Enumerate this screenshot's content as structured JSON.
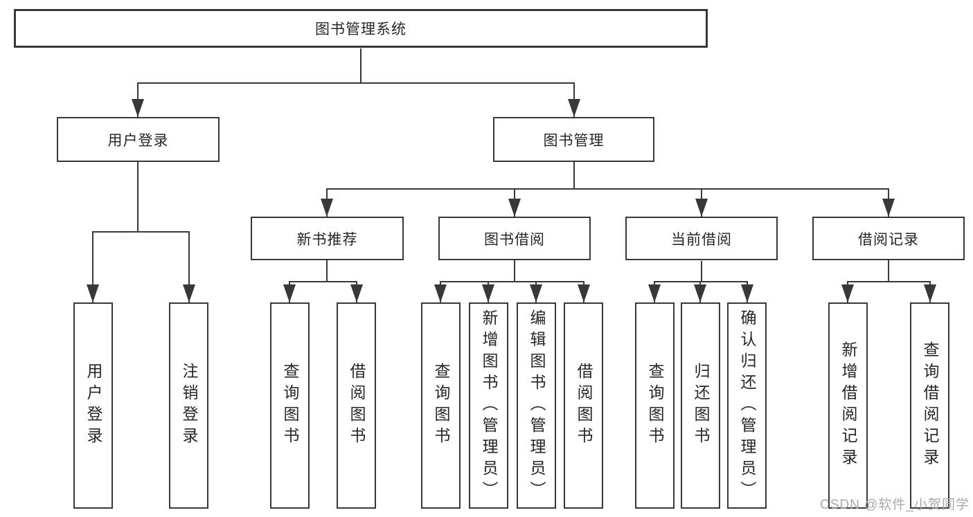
{
  "colors": {
    "line": "#383838",
    "text": "#262626",
    "watermark": "#a8a8a8",
    "background": "#ffffff"
  },
  "diagram": {
    "root": {
      "label": "图书管理系统"
    },
    "level2": [
      {
        "label": "用户登录"
      },
      {
        "label": "图书管理"
      }
    ],
    "level3": [
      {
        "label": "新书推荐",
        "parent": "图书管理"
      },
      {
        "label": "图书借阅",
        "parent": "图书管理"
      },
      {
        "label": "当前借阅",
        "parent": "图书管理"
      },
      {
        "label": "借阅记录",
        "parent": "图书管理"
      }
    ],
    "leaves": [
      {
        "label": "用户登录",
        "parent": "用户登录"
      },
      {
        "label": "注销登录",
        "parent": "用户登录"
      },
      {
        "label": "查询图书",
        "parent": "新书推荐"
      },
      {
        "label": "借阅图书",
        "parent": "新书推荐"
      },
      {
        "label": "查询图书",
        "parent": "图书借阅"
      },
      {
        "label": "新增图书（管理员）",
        "parent": "图书借阅"
      },
      {
        "label": "编辑图书（管理员）",
        "parent": "图书借阅"
      },
      {
        "label": "借阅图书",
        "parent": "图书借阅"
      },
      {
        "label": "查询图书",
        "parent": "当前借阅"
      },
      {
        "label": "归还图书",
        "parent": "当前借阅"
      },
      {
        "label": "确认归还（管理员）",
        "parent": "当前借阅"
      },
      {
        "label": "新增借阅记录",
        "parent": "借阅记录"
      },
      {
        "label": "查询借阅记录",
        "parent": "借阅记录"
      }
    ]
  },
  "watermark": {
    "text": "CSDN @软件_小贺同学"
  }
}
